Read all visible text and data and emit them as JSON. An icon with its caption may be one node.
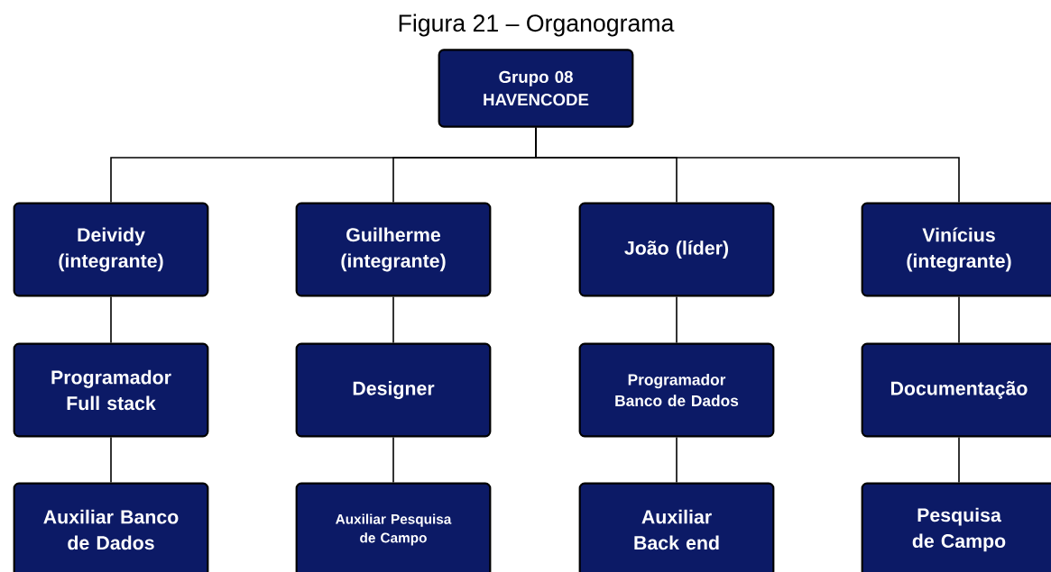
{
  "diagram": {
    "title": "Figura 21 – Organograma",
    "nodes": [
      {
        "text": [
          "Grupo 08 HAVENCODE"
        ]
      },
      {
        "text": [
          "Deividy (integrante)"
        ]
      },
      {
        "text": [
          "Guilherme (integrante)"
        ]
      },
      {
        "text": [
          "João (líder)"
        ]
      },
      {
        "text": [
          "Vinícius (integrante)"
        ]
      },
      {
        "text": [
          "Programador Full stack"
        ]
      },
      {
        "text": [
          "Designer"
        ]
      },
      {
        "text": [
          "Programador Banco de Dados"
        ]
      },
      {
        "text": [
          "Documentação"
        ]
      },
      {
        "text": [
          "Auxiliar Banco de Dados"
        ]
      },
      {
        "text": [
          "Auxiliar Pesquisa de Campo"
        ]
      },
      {
        "text": [
          "Auxiliar Back end"
        ]
      },
      {
        "text": [
          "Pesquisa de Campo"
        ]
      }
    ],
    "edges": [
      {
        "from": 0,
        "to": 1,
        "arrow": "none"
      },
      {
        "from": 0,
        "to": 2,
        "arrow": "none"
      },
      {
        "from": 0,
        "to": 3,
        "arrow": "none"
      },
      {
        "from": 0,
        "to": 4,
        "arrow": "none"
      },
      {
        "from": 1,
        "to": 5,
        "arrow": "none"
      },
      {
        "from": 2,
        "to": 6,
        "arrow": "none"
      },
      {
        "from": 3,
        "to": 7,
        "arrow": "none"
      },
      {
        "from": 4,
        "to": 8,
        "arrow": "none"
      },
      {
        "from": 5,
        "to": 9,
        "arrow": "none"
      },
      {
        "from": 6,
        "to": 10,
        "arrow": "none"
      },
      {
        "from": 7,
        "to": 11,
        "arrow": "none"
      },
      {
        "from": 8,
        "to": 12,
        "arrow": "none"
      }
    ]
  }
}
